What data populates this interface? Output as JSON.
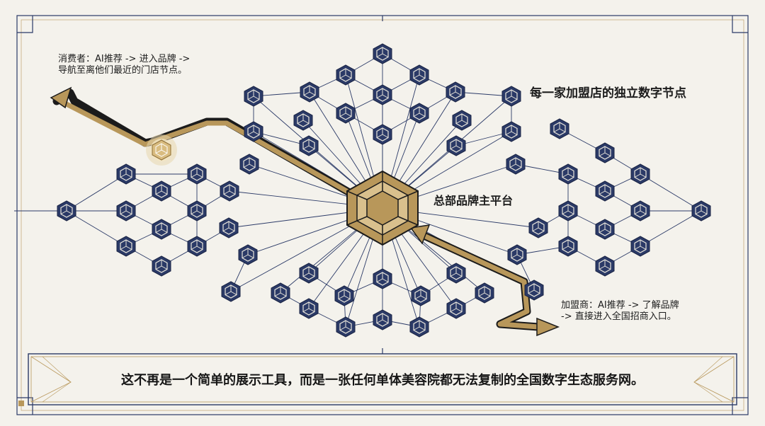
{
  "diagram": {
    "consumer_note": {
      "line1": "消费者：AI推荐 -> 进入品牌 ->",
      "line2": "导航至离他们最近的门店节点。"
    },
    "franchise_node_label": "每一家加盟店的独立数字节点",
    "hq_label": "总部品牌主平台",
    "franchisee_note": {
      "line1": "加盟商：AI推荐 -> 了解品牌",
      "line2": "-> 直接进入全国招商入口。"
    },
    "banner": "这不再是一个简单的展示工具，而是一张任何单体美容院都无法复制的全国数字生态服务网。",
    "colors": {
      "navy": "#2b3a67",
      "gold": "#b8975a",
      "background": "#f4f2ec"
    }
  }
}
